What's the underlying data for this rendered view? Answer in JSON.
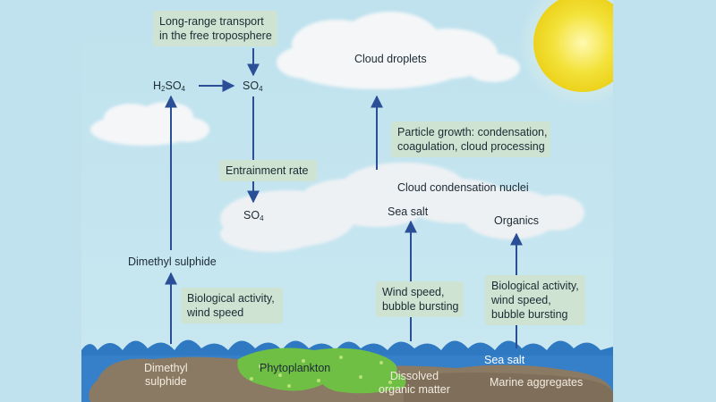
{
  "boxes": {
    "long_range": [
      "Long-range transport",
      "in the free troposphere"
    ],
    "particle_growth": [
      "Particle growth: condensation,",
      "coagulation, cloud processing"
    ],
    "entrainment": [
      "Entrainment rate"
    ],
    "bio_wind": [
      "Biological activity,",
      "wind speed"
    ],
    "wind_bubble": [
      "Wind speed,",
      "bubble bursting"
    ],
    "bio_wind_bubble": [
      "Biological activity,",
      "wind speed,",
      "bubble bursting"
    ]
  },
  "labels": {
    "cloud_droplets": "Cloud droplets",
    "h2so4": {
      "pre": "H",
      "sub1": "2",
      "mid": "SO",
      "sub2": "4"
    },
    "so4_top": {
      "pre": "SO",
      "sub": "4"
    },
    "so4_cloud": {
      "pre": "SO",
      "sub": "4"
    },
    "ccn": "Cloud condensation nuclei",
    "sea_salt_cloud": "Sea salt",
    "organics": "Organics",
    "dms_air": "Dimethyl sulphide",
    "dms_sea": [
      "Dimethyl",
      "sulphide"
    ],
    "phytoplankton": "Phytoplankton",
    "dissolved": [
      "Dissolved",
      "organic matter"
    ],
    "sea_salt_water": "Sea salt",
    "marine_aggregates": "Marine aggregates"
  },
  "colors": {
    "background": "#bfe2ee",
    "box": "#cfe3d3",
    "arrow": "#2a4f97",
    "ocean": "#2f79c2",
    "sediment": "#8b7a63",
    "phytoplankton": "#6fbf45",
    "sun": "#f3e23a"
  }
}
